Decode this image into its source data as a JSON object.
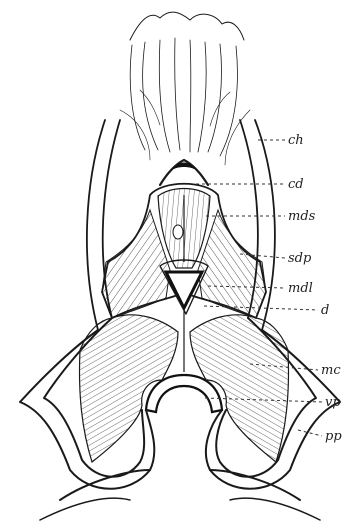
{
  "figure": {
    "labels": {
      "ch": "ch",
      "cd": "cd",
      "mds": "mds",
      "sdp": "sdp",
      "mdl": "mdl",
      "d": "d",
      "mc": "mc",
      "vp": "vp",
      "pp": "pp"
    }
  }
}
